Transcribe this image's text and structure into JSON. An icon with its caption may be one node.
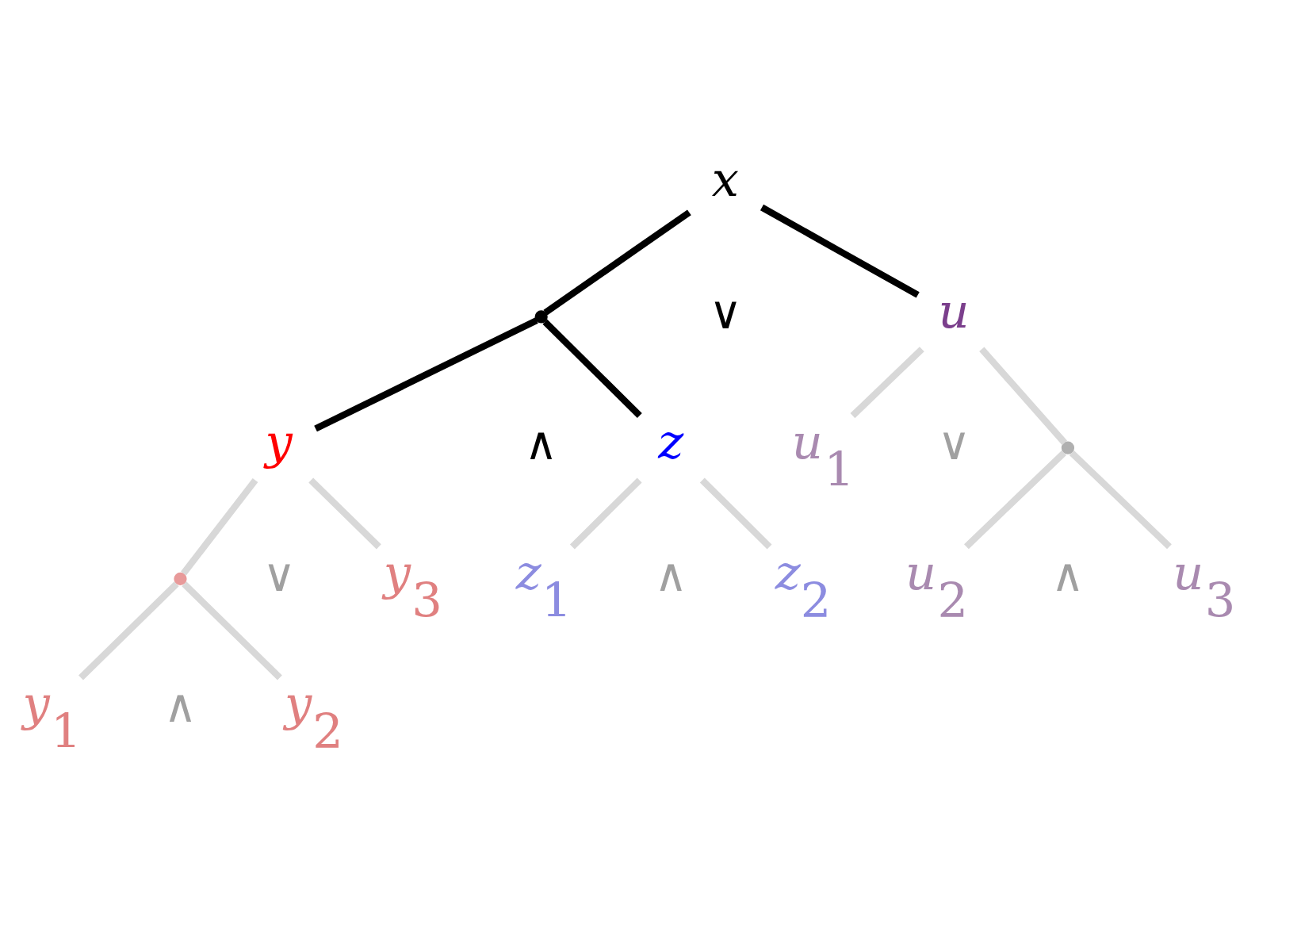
{
  "diagram": {
    "nodes": [
      {
        "text": [
          "x"
        ],
        "beside": [
          "∨"
        ]
      },
      {
        "text": [],
        "shape": "circle",
        "beside": [
          "∧"
        ]
      },
      {
        "text": [
          "u"
        ],
        "beside": [
          "∨"
        ]
      },
      {
        "text": [
          "y"
        ],
        "beside": [
          "∨"
        ]
      },
      {
        "text": [
          "z"
        ],
        "beside": [
          "∧"
        ]
      },
      {
        "text": [
          "u$_{1}$"
        ]
      },
      {
        "text": [],
        "shape": "circle",
        "beside": [
          "∧"
        ]
      },
      {
        "text": [],
        "shape": "circle",
        "beside": [
          "∧"
        ]
      },
      {
        "text": [
          "y$_{3}$"
        ]
      },
      {
        "text": [
          "z$_{1}$"
        ]
      },
      {
        "text": [
          "z$_{2}$"
        ]
      },
      {
        "text": [
          "u$_{2}$"
        ]
      },
      {
        "text": [
          "u$_{3}$"
        ]
      },
      {
        "text": [
          "y$_{1}$"
        ]
      },
      {
        "text": [
          "y$_{2}$"
        ]
      }
    ],
    "edges": [
      {
        "from": 0,
        "to": 1,
        "arrow": "none",
        "color": "#000000"
      },
      {
        "from": 0,
        "to": 2,
        "arrow": "none",
        "color": "#000000"
      },
      {
        "from": 1,
        "to": 3,
        "arrow": "none",
        "color": "#000000"
      },
      {
        "from": 1,
        "to": 4,
        "arrow": "none",
        "color": "#000000"
      },
      {
        "from": 2,
        "to": 5,
        "arrow": "none"
      },
      {
        "from": 2,
        "to": 6,
        "arrow": "none"
      },
      {
        "from": 3,
        "to": 7,
        "arrow": "none"
      },
      {
        "from": 3,
        "to": 8,
        "arrow": "none"
      },
      {
        "from": 4,
        "to": 9,
        "arrow": "none"
      },
      {
        "from": 4,
        "to": 10,
        "arrow": "none"
      },
      {
        "from": 6,
        "to": 11,
        "arrow": "none"
      },
      {
        "from": 6,
        "to": 12,
        "arrow": "none"
      },
      {
        "from": 7,
        "to": 13,
        "arrow": "none"
      },
      {
        "from": 7,
        "to": 14,
        "arrow": "none"
      }
    ]
  }
}
